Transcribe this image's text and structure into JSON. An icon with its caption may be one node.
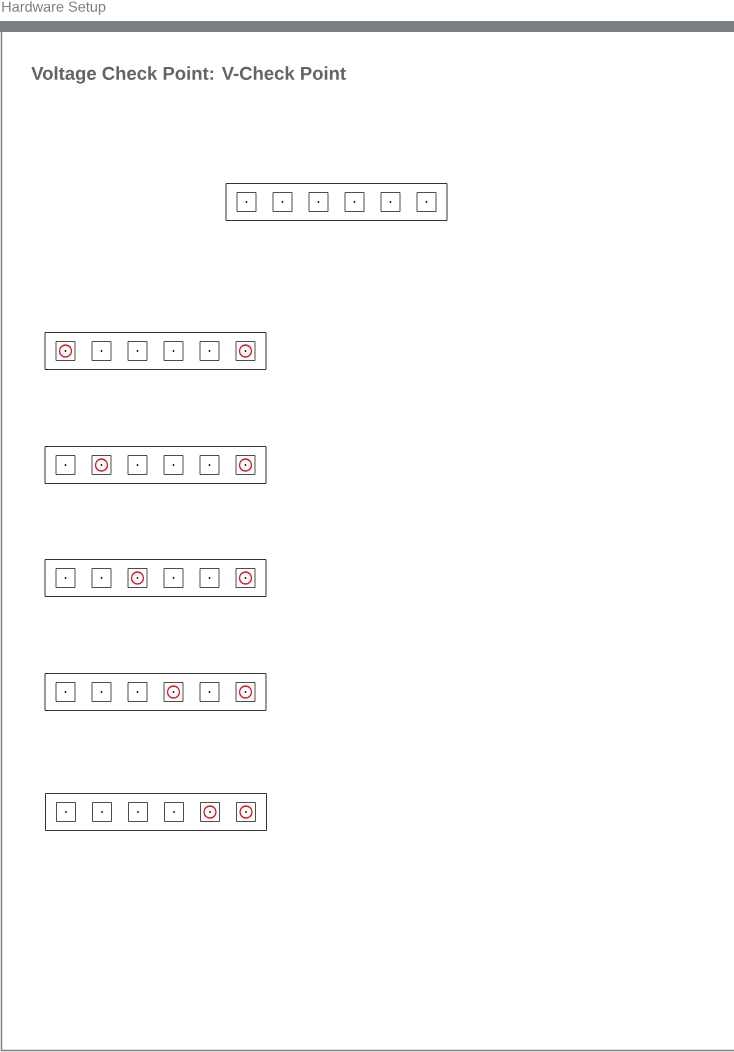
{
  "diagram": {
    "title": "Voltage Check Point: V-Check Point",
    "nodes": [
      {
        "text": [],
        "shape": "box"
      },
      {
        "text": [],
        "shape": "box",
        "in": 0
      },
      {
        "text": [],
        "shape": "box",
        "in": 0
      },
      {
        "text": [],
        "shape": "box",
        "in": 0
      },
      {
        "text": [],
        "shape": "box",
        "in": 0
      },
      {
        "text": [],
        "shape": "box",
        "in": 0
      },
      {
        "text": [],
        "shape": "box",
        "in": 0
      },
      {
        "text": [],
        "shape": "box"
      },
      {
        "text": [],
        "shape": "box",
        "in": 7
      },
      {
        "text": [],
        "shape": "circle",
        "in": 8
      },
      {
        "text": [],
        "shape": "box",
        "in": 7
      },
      {
        "text": [],
        "shape": "box",
        "in": 7
      },
      {
        "text": [],
        "shape": "box",
        "in": 7
      },
      {
        "text": [],
        "shape": "box",
        "in": 7
      },
      {
        "text": [],
        "shape": "box",
        "in": 7
      },
      {
        "text": [],
        "shape": "circle",
        "in": 14
      },
      {
        "text": [],
        "shape": "box"
      },
      {
        "text": [],
        "shape": "box",
        "in": 16
      },
      {
        "text": [],
        "shape": "box",
        "in": 16
      },
      {
        "text": [],
        "shape": "circle",
        "in": 18
      },
      {
        "text": [],
        "shape": "box",
        "in": 16
      },
      {
        "text": [],
        "shape": "box",
        "in": 16
      },
      {
        "text": [],
        "shape": "box",
        "in": 16
      },
      {
        "text": [],
        "shape": "box",
        "in": 16
      },
      {
        "text": [],
        "shape": "circle",
        "in": 23
      },
      {
        "text": [],
        "shape": "box"
      },
      {
        "text": [],
        "shape": "box",
        "in": 25
      },
      {
        "text": [],
        "shape": "box",
        "in": 25
      },
      {
        "text": [],
        "shape": "box",
        "in": 25
      },
      {
        "text": [],
        "shape": "circle",
        "in": 28
      },
      {
        "text": [],
        "shape": "box",
        "in": 25
      },
      {
        "text": [],
        "shape": "box",
        "in": 25
      },
      {
        "text": [],
        "shape": "box",
        "in": 25
      },
      {
        "text": [],
        "shape": "circle",
        "in": 32
      },
      {
        "text": [],
        "shape": "box"
      },
      {
        "text": [],
        "shape": "box",
        "in": 34
      },
      {
        "text": [],
        "shape": "box",
        "in": 34
      },
      {
        "text": [],
        "shape": "box",
        "in": 34
      },
      {
        "text": [],
        "shape": "box",
        "in": 34
      },
      {
        "text": [],
        "shape": "circle",
        "in": 38
      },
      {
        "text": [],
        "shape": "box",
        "in": 34
      },
      {
        "text": [],
        "shape": "box",
        "in": 34
      },
      {
        "text": [],
        "shape": "circle",
        "in": 41
      },
      {
        "text": [],
        "shape": "box"
      },
      {
        "text": [],
        "shape": "box",
        "in": 43
      },
      {
        "text": [],
        "shape": "box",
        "in": 43
      },
      {
        "text": [],
        "shape": "box",
        "in": 43
      },
      {
        "text": [],
        "shape": "box",
        "in": 43
      },
      {
        "text": [],
        "shape": "box",
        "in": 43
      },
      {
        "text": [],
        "shape": "circle",
        "in": 48
      },
      {
        "text": [],
        "shape": "box",
        "in": 43
      },
      {
        "text": [],
        "shape": "circle",
        "in": 50
      }
    ],
    "labels": [
      "Hardware Setup"
    ]
  }
}
